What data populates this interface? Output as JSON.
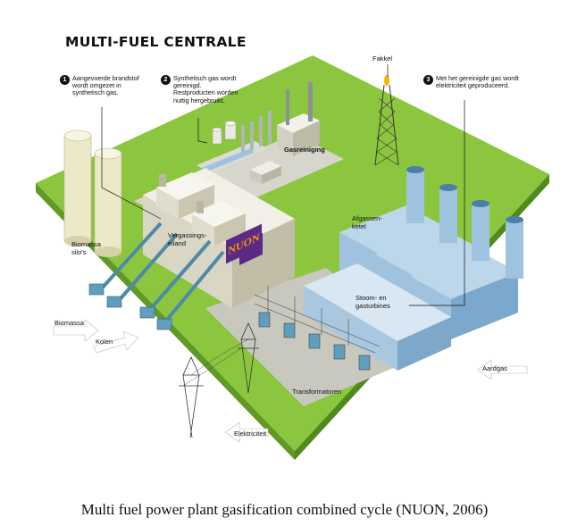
{
  "diagram": {
    "title": "MULTI-FUEL CENTRALE",
    "steps": [
      {
        "number": "1",
        "text": "Aangevoerde brandstof wordt omgezet in synthetisch gas."
      },
      {
        "number": "2",
        "text": "Synthetisch gas wordt gereinigd. Restproducten worden nuttig hergebruikt."
      },
      {
        "number": "3",
        "text": "Met het gereinigde gas wordt elektriciteit geproduceerd."
      }
    ],
    "labels": {
      "fakkel": "Fakkel",
      "gasreiniging": "Gasreiniging",
      "afgassenketel": "Afgassen-ketel",
      "vergassingseiland": "Vergassings-eiland",
      "biomassa_silos": "Biomassa silo's",
      "stoom_gasturbines": "Stoom- en gasturbines",
      "biomassa": "Biomassa",
      "kolen": "Kolen",
      "aardgas": "Aardgas",
      "transformatoren": "Transformatoren",
      "elektriciteit": "Elektriciteit",
      "nuon_logo": "NUON"
    },
    "colors": {
      "ground": "#8cc63f",
      "ground_dark": "#6fa82e",
      "building_light": "#e8e6dc",
      "building_side": "#c9c5b3",
      "turbine_blue": "#9fc3de",
      "turbine_dark": "#6e9dc2",
      "silo": "#ece9c9",
      "conveyor": "#4e8aa8",
      "nuon_purple": "#5b2a86",
      "nuon_orange": "#f39200"
    }
  },
  "caption": "Multi fuel power plant gasification combined cycle (NUON, 2006)"
}
